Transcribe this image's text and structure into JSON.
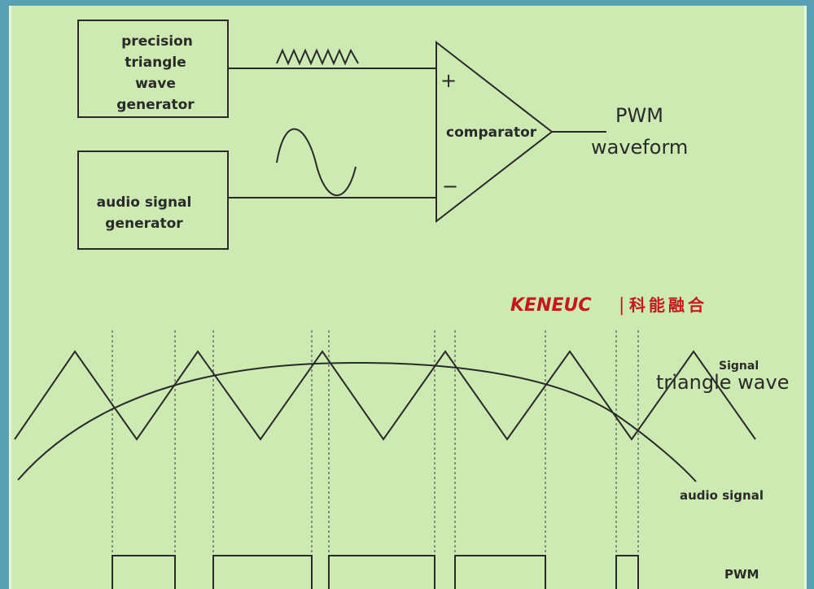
{
  "blocks": {
    "triangle_generator": [
      "precision",
      "triangle",
      "wave",
      "generator"
    ],
    "audio_generator": [
      "audio signal",
      "generator"
    ],
    "comparator": "comparator",
    "plus_sign": "+",
    "minus_sign": "−"
  },
  "output": {
    "line1": "PWM",
    "line2": "waveform"
  },
  "brand": {
    "en": "KENEUC",
    "separator": "|",
    "cn": "科能融合"
  },
  "waveforms": {
    "signal_tag": "Signal",
    "triangle_label": "triangle wave",
    "audio_label": "audio signal",
    "pwm_label": "PWM"
  },
  "colors": {
    "background": "#cdeab2",
    "frame": "#5aa0b4",
    "brand_red": "#c8161d",
    "line": "#2a2a2a"
  }
}
